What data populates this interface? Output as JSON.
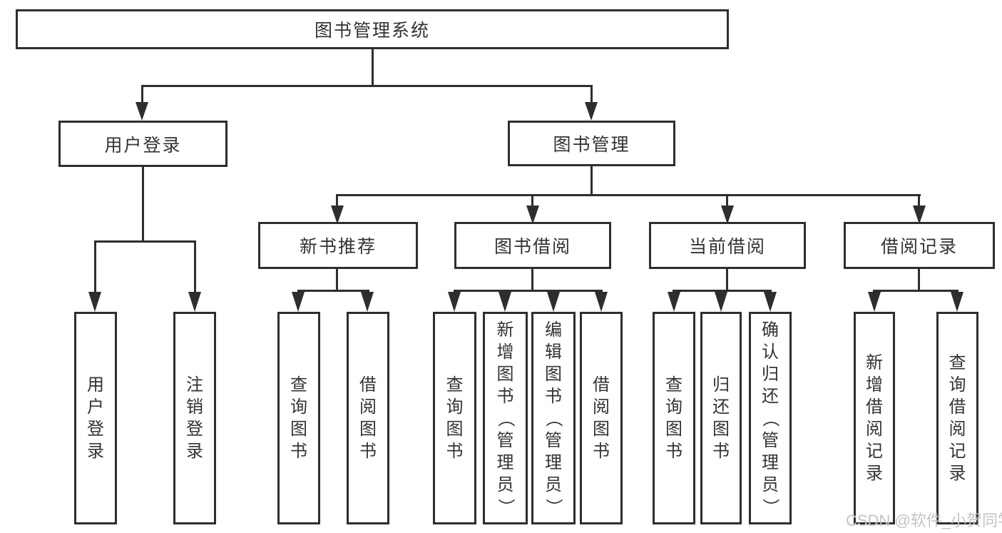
{
  "title": "图书管理系统",
  "watermark": "CSDN @软件_小贺同学",
  "colors": {
    "line": "#2e2e2e",
    "text": "#333333",
    "watermark": "#c3c3c3",
    "background": "#ffffff"
  },
  "boxes": {
    "root": "图书管理系统",
    "user_login": "用户登录",
    "book_management": "图书管理",
    "new_book_recommendation": "新书推荐",
    "book_borrowing": "图书借阅",
    "current_borrowing": "当前借阅",
    "borrowing_records": "借阅记录",
    "leaves": {
      "user_login_1": "用户登录",
      "user_login_2": "注销登录",
      "recommend_1": "查询图书",
      "recommend_2": "借阅图书",
      "borrow_1": "查询图书",
      "borrow_2": "新增图书（管理员）",
      "borrow_3": "编辑图书（管理员）",
      "borrow_4": "借阅图书",
      "current_1": "查询图书",
      "current_2": "归还图书",
      "current_3": "确认归还（管理员）",
      "records_1": "新增借阅记录",
      "records_2": "查询借阅记录"
    }
  }
}
